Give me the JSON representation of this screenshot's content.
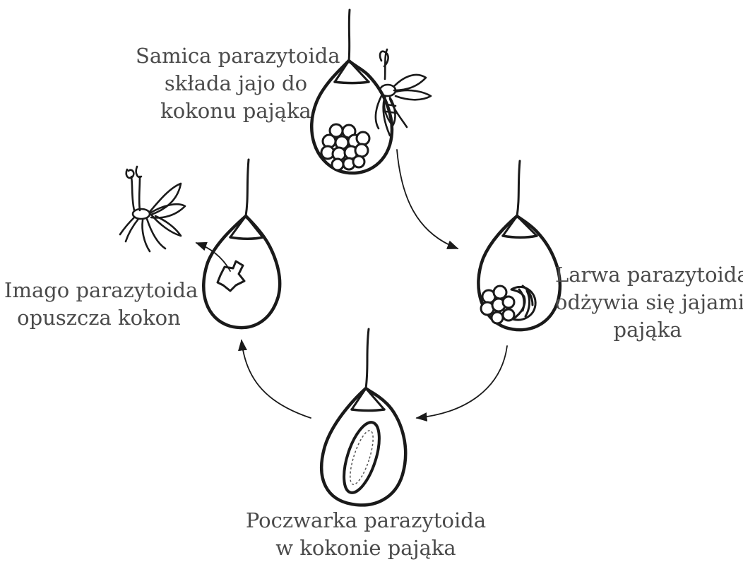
{
  "stages": [
    {
      "id": "egg",
      "lines": [
        "Samica parazytoida",
        "składa jajo do",
        "kokonu pająka"
      ]
    },
    {
      "id": "larva",
      "lines": [
        "Larwa parazytoida",
        "odżywia się jajami",
        "pająka"
      ]
    },
    {
      "id": "pupa",
      "lines": [
        "Poczwarka parazytoida",
        "w kokonie pająka"
      ]
    },
    {
      "id": "adult",
      "lines": [
        "Imago parazytoida",
        "opuszcza kokon"
      ]
    }
  ],
  "colors": {
    "ink": "#1a1a1a",
    "text": "#4a4a4a",
    "background": "#ffffff"
  },
  "icons": [
    "wasp-icon",
    "cocoon-icon",
    "egg-cluster-icon",
    "larva-icon",
    "pupa-icon",
    "exit-hole-icon",
    "cycle-arrow-icon"
  ]
}
